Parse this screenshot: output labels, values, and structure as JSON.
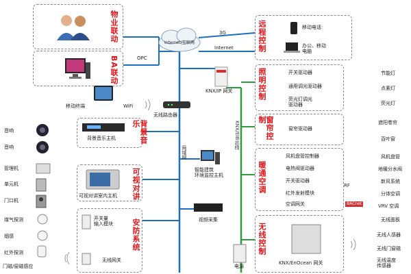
{
  "top_left": {
    "property": "物业联动",
    "ba": "BA联动",
    "opc": "OPC",
    "mobile_terminal": "移动终端",
    "wifi": "WiFi",
    "router": "无线路由器"
  },
  "internet": {
    "cloud_label": "Internet/互联网",
    "link_3g": "3G",
    "link_internet": "Internet",
    "gateway": "KNX/IP 网关",
    "bus_label": "KNX/EIB总线",
    "lan_label": "局域网"
  },
  "left_groups": {
    "music_title": "背景音乐",
    "music_host": "背景音乐主机",
    "speaker1": "音响",
    "speaker2": "音响",
    "intercom_title": "可视对讲",
    "intercom_host": "可视对讲室内主机",
    "admin_unit": "管理机",
    "unit_unit": "单元机",
    "door_unit": "门口机",
    "security_title": "安防系统",
    "switch_input": "开关量\n输入模块",
    "wireless_gw": "无线网关",
    "gas_probe": "煤气探测",
    "smoke": "烟感",
    "ir_probe": "红外探测",
    "door_sensor": "门磁/窗磁感应"
  },
  "center": {
    "smart_host": "智能建筑\n环境监控主机",
    "video": "视频采集",
    "power": "电源",
    "enocean": "KNX/EnOcean 网关"
  },
  "right_groups": {
    "remote_title": "远程控制",
    "mobile_phone": "移动电话",
    "office_pc": "办公、移动\n电脑",
    "light_title": "照明控制",
    "switch_drv": "开关驱动器",
    "dimmer_drv": "通用调光驱动器",
    "fluor_drv": "荧光灯调光\n驱动器",
    "saver_lamp": "节能灯",
    "spot_lamp": "点素灯",
    "fluor_lamp": "荧光灯",
    "curtain_title": "窗帘控制",
    "curtain_drv": "窗帘驱动器",
    "shade": "遮阳卷帘",
    "blinds": "百叶窗",
    "hvac_title": "暖通空调",
    "fan_coil": "风机盘管控制器",
    "valve": "电热阀驱动器",
    "switch_drv2": "开关驱动器",
    "ir_emit": "红外发射模块",
    "ac_gw": "空调网关",
    "fan_coil_dev": "风机盘管",
    "floor_heat": "地暖分水阀",
    "fresh_air": "新风系统",
    "split_ac": "分体空调",
    "vrv": "VRV 空调",
    "rf": "RF",
    "bacnet": "BACnet",
    "wireless_title": "无线控制",
    "wl_panel": "无线面板",
    "wl_body": "无线人感器",
    "wl_window": "无线门窗磁",
    "wl_temp": "无线温度\n传感器"
  }
}
